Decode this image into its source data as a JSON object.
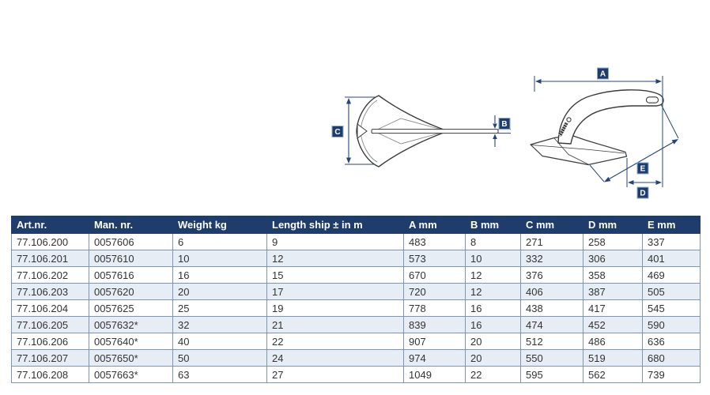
{
  "diagram": {
    "labels": {
      "A": "A",
      "B": "B",
      "C": "C",
      "D": "D",
      "E": "E"
    }
  },
  "table": {
    "columns": [
      "Art.nr.",
      "Man. nr.",
      "Weight kg",
      "Length ship ± in m",
      "A mm",
      "B mm",
      "C mm",
      "D mm",
      "E mm"
    ],
    "rows": [
      [
        "77.106.200",
        "0057606",
        "6",
        "9",
        "483",
        "8",
        "271",
        "258",
        "337"
      ],
      [
        "77.106.201",
        "0057610",
        "10",
        "12",
        "573",
        "10",
        "332",
        "306",
        "401"
      ],
      [
        "77.106.202",
        "0057616",
        "16",
        "15",
        "670",
        "12",
        "376",
        "358",
        "469"
      ],
      [
        "77.106.203",
        "0057620",
        "20",
        "17",
        "720",
        "12",
        "406",
        "387",
        "505"
      ],
      [
        "77.106.204",
        "0057625",
        "25",
        "19",
        "778",
        "16",
        "438",
        "417",
        "545"
      ],
      [
        "77.106.205",
        "0057632*",
        "32",
        "21",
        "839",
        "16",
        "474",
        "452",
        "590"
      ],
      [
        "77.106.206",
        "0057640*",
        "40",
        "22",
        "907",
        "20",
        "512",
        "486",
        "636"
      ],
      [
        "77.106.207",
        "0057650*",
        "50",
        "24",
        "974",
        "20",
        "550",
        "519",
        "680"
      ],
      [
        "77.106.208",
        "0057663*",
        "63",
        "27",
        "1049",
        "22",
        "595",
        "562",
        "739"
      ]
    ]
  },
  "colors": {
    "header_bg": "#1e3d6d",
    "header_text": "#ffffff",
    "row_alt_bg": "#e7edf5",
    "grid_border": "#7e96b2",
    "dimension_line": "#27457d",
    "dim_label_bg": "#1e3d6d",
    "drawing_ink": "#3c3c3c"
  }
}
